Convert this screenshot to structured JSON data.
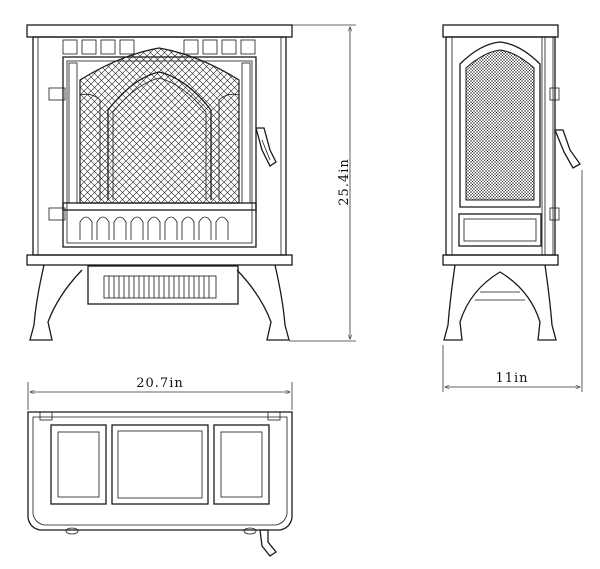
{
  "dimensions": {
    "height": "25.4in",
    "width": "20.7in",
    "depth": "11in"
  },
  "views": [
    "front-view",
    "side-view",
    "top-view"
  ],
  "line_color": "#1a1a1a"
}
